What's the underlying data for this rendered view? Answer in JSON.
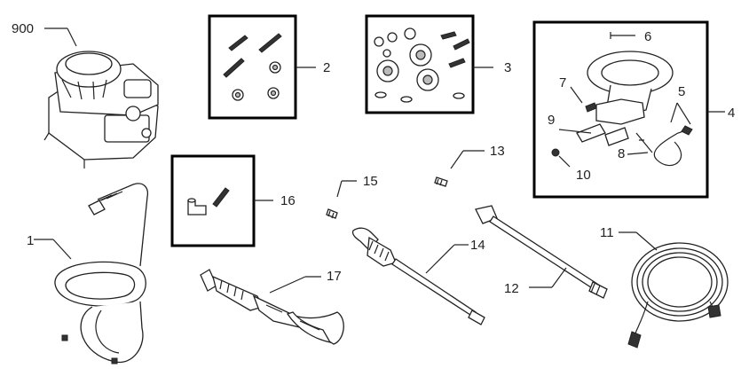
{
  "callouts": {
    "engine": "900",
    "handle": "1",
    "screw_kit_1": "2",
    "seal_kit": "3",
    "pump": "4",
    "hose_assembly": "5",
    "pin": "6",
    "valve": "7",
    "screw_8": "8",
    "fitting_9": "9",
    "fitting_10": "10",
    "high_pressure_hose": "11",
    "extension": "12",
    "nozzle_13": "13",
    "lance": "14",
    "nozzle_15": "15",
    "connector_kit": "16",
    "spray_gun": "17"
  }
}
